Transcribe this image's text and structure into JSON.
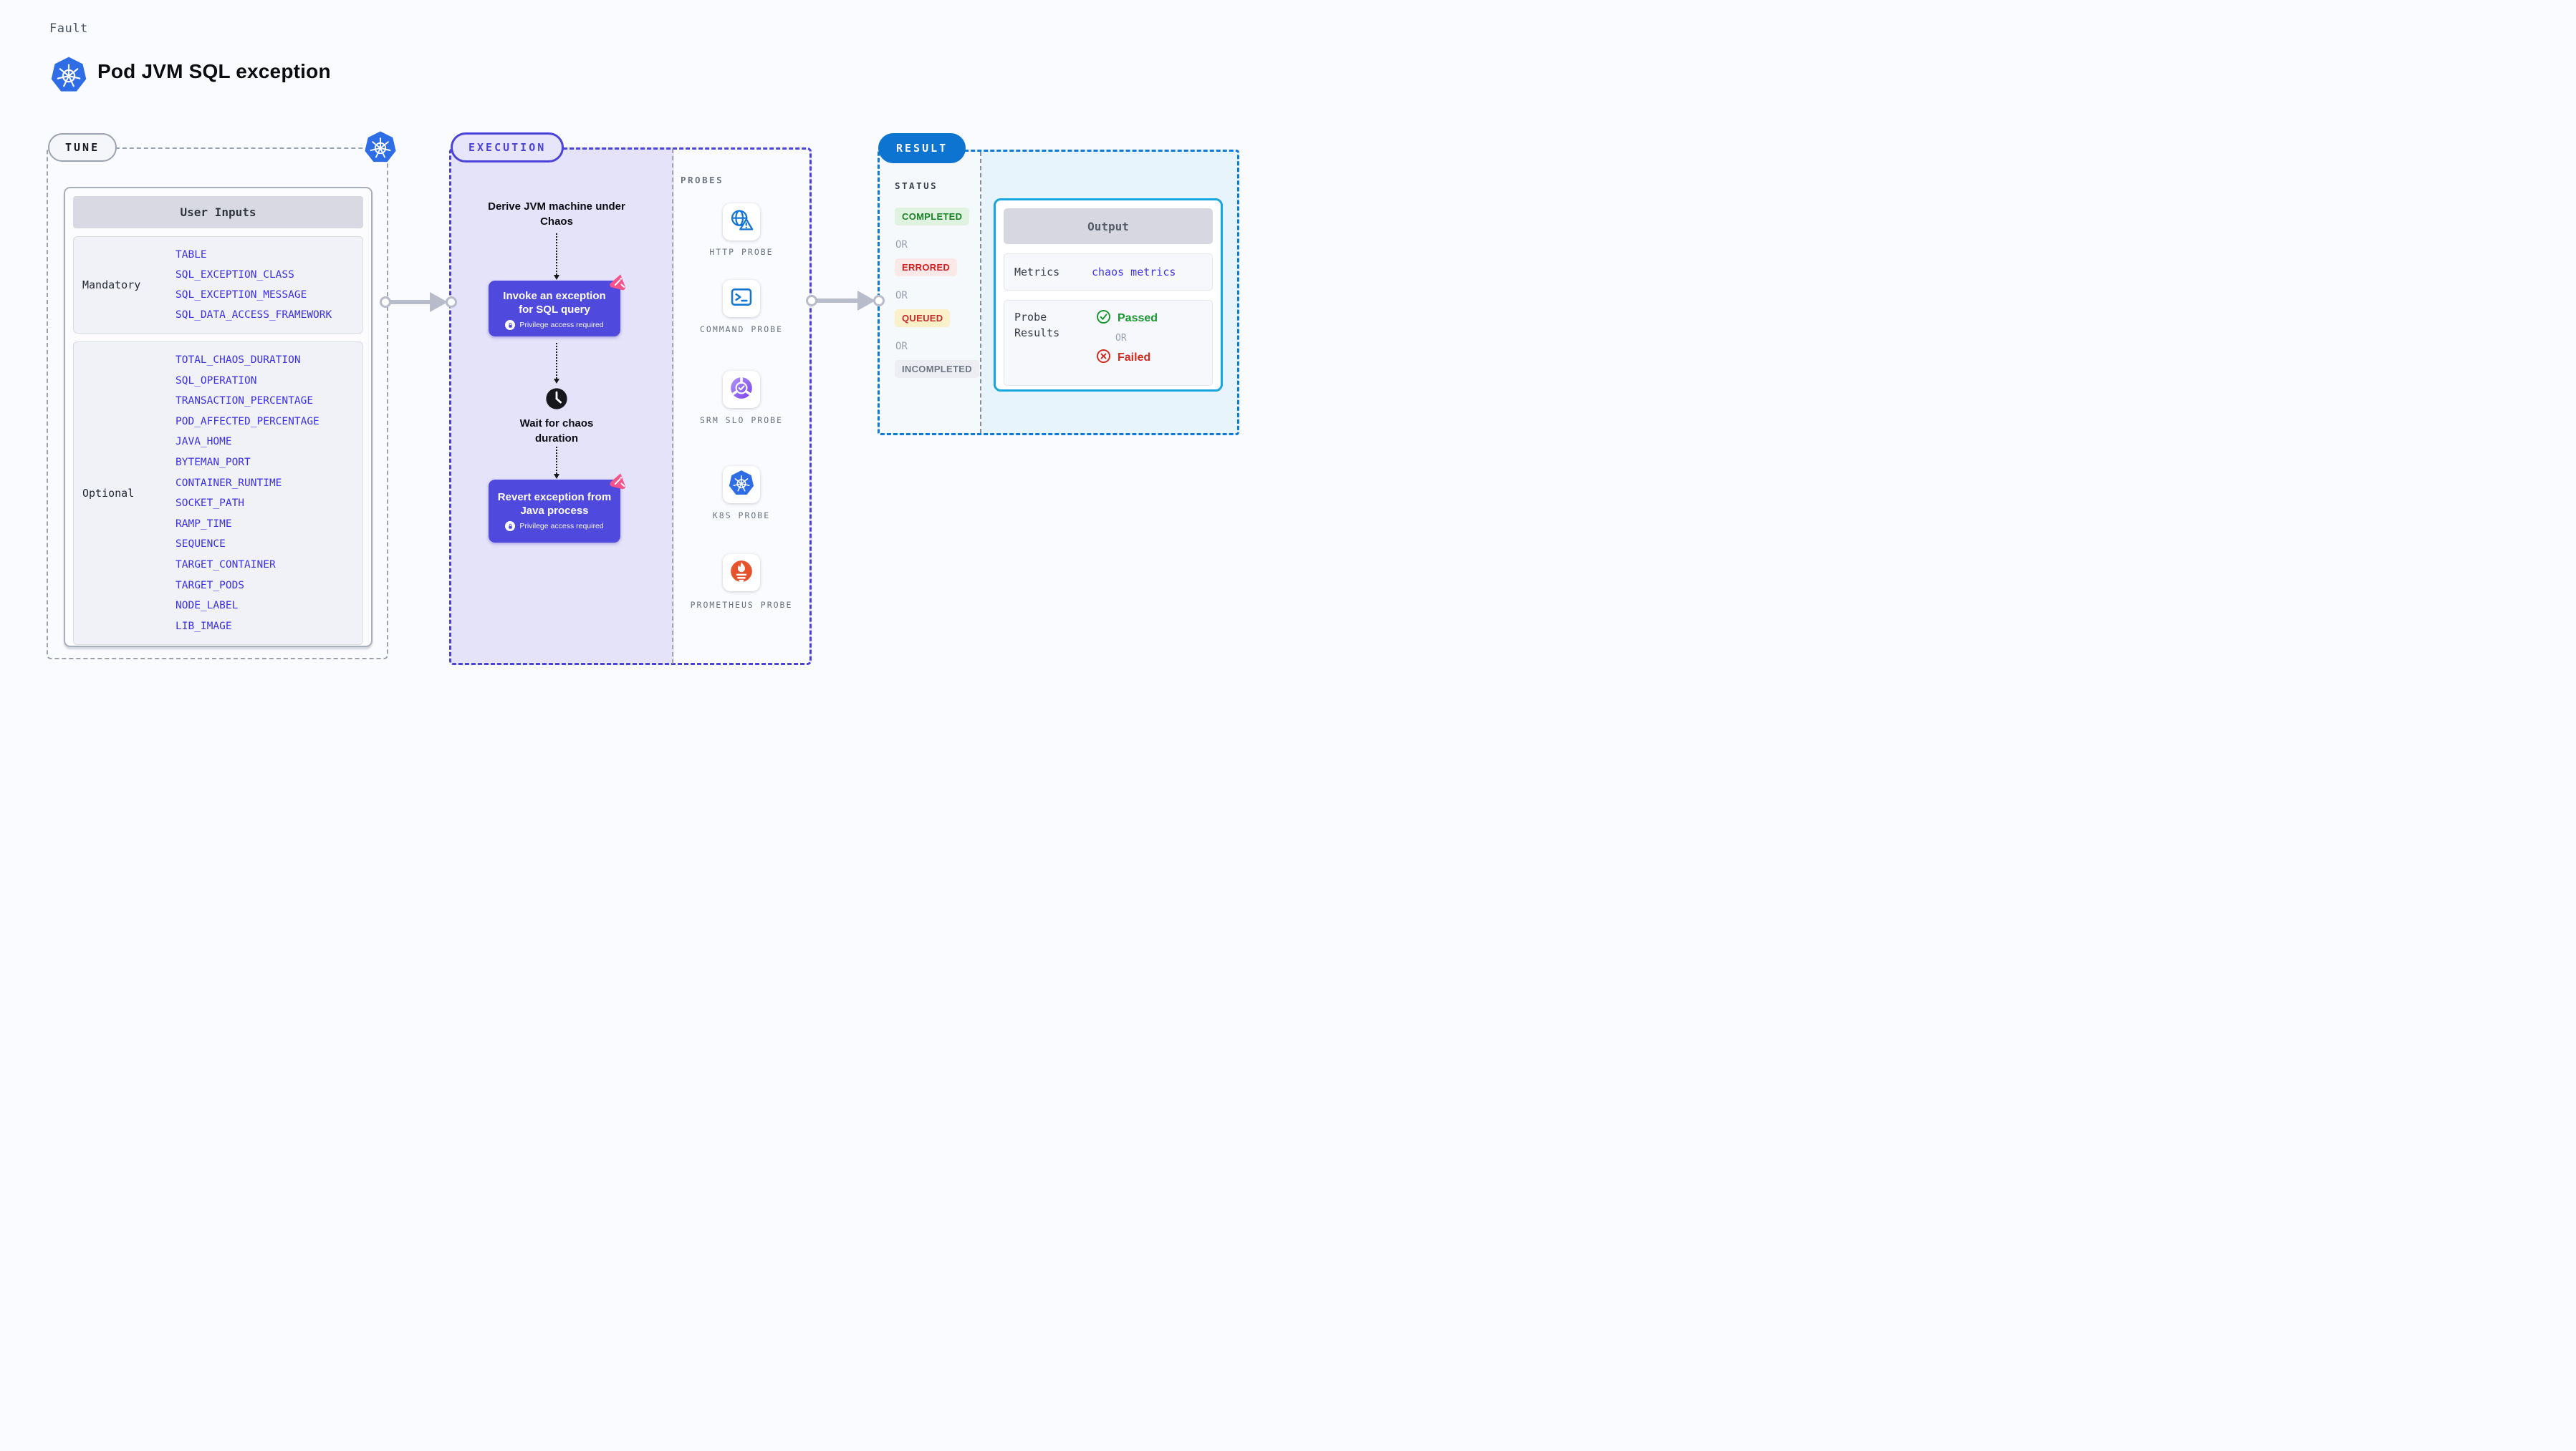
{
  "header": {
    "eyebrow": "Fault",
    "title": "Pod JVM SQL exception"
  },
  "tune": {
    "label": "TUNE",
    "table_header": "User Inputs",
    "mandatory": {
      "label": "Mandatory",
      "params": [
        "TABLE",
        "SQL_EXCEPTION_CLASS",
        "SQL_EXCEPTION_MESSAGE",
        "SQL_DATA_ACCESS_FRAMEWORK"
      ]
    },
    "optional": {
      "label": "Optional",
      "params": [
        "TOTAL_CHAOS_DURATION",
        "SQL_OPERATION",
        "TRANSACTION_PERCENTAGE",
        "POD_AFFECTED_PERCENTAGE",
        "JAVA_HOME",
        "BYTEMAN_PORT",
        "CONTAINER_RUNTIME",
        "SOCKET_PATH",
        "RAMP_TIME",
        "SEQUENCE",
        "TARGET_CONTAINER",
        "TARGET_PODS",
        "NODE_LABEL",
        "LIB_IMAGE"
      ]
    }
  },
  "execution": {
    "label": "EXECUTION",
    "derive_step": "Derive JVM machine under Chaos",
    "invoke_step": "Invoke an exception for SQL query",
    "wait_step": "Wait for chaos duration",
    "revert_step": "Revert exception from Java process",
    "privilege_note": "Privilege access required"
  },
  "probes": {
    "label": "PROBES",
    "items": [
      {
        "label": "HTTP PROBE",
        "icon": "globe-alert-icon"
      },
      {
        "label": "COMMAND PROBE",
        "icon": "terminal-icon"
      },
      {
        "label": "SRM SLO PROBE",
        "icon": "slo-gauge-check-icon"
      },
      {
        "label": "K8S PROBE",
        "icon": "kubernetes-icon"
      },
      {
        "label": "PROMETHEUS PROBE",
        "icon": "prometheus-flame-icon"
      }
    ]
  },
  "result": {
    "label": "RESULT",
    "status_heading": "STATUS",
    "or": "OR",
    "badges": [
      {
        "label": "COMPLETED",
        "fg": "#1B8026",
        "bg": "#DFF3E0"
      },
      {
        "label": "ERRORED",
        "fg": "#CE2121",
        "bg": "#FBE9E9"
      },
      {
        "label": "QUEUED",
        "fg": "#C62A2A",
        "bg": "#FAF0C9"
      },
      {
        "label": "INCOMPLETED",
        "fg": "#6F7683",
        "bg": "#ECEEF3"
      }
    ],
    "output": {
      "header": "Output",
      "metrics_label": "Metrics",
      "metrics_value": "chaos metrics",
      "probe_results_label": "Probe Results",
      "passed": "Passed",
      "or": "OR",
      "failed": "Failed"
    }
  },
  "colors": {
    "background": "#FAFBFE",
    "indigo_accent": "#4B42D9",
    "action_box": "#4F49DE",
    "param_blue": "#3B2FE8",
    "result_blue": "#0E74D1",
    "output_border": "#18A4DD",
    "kubernetes_blue": "#2E6DE5",
    "litmus_pink": "#F4548C",
    "prometheus_orange": "#E6522C",
    "arrow_gray": "#B8BBCA"
  }
}
